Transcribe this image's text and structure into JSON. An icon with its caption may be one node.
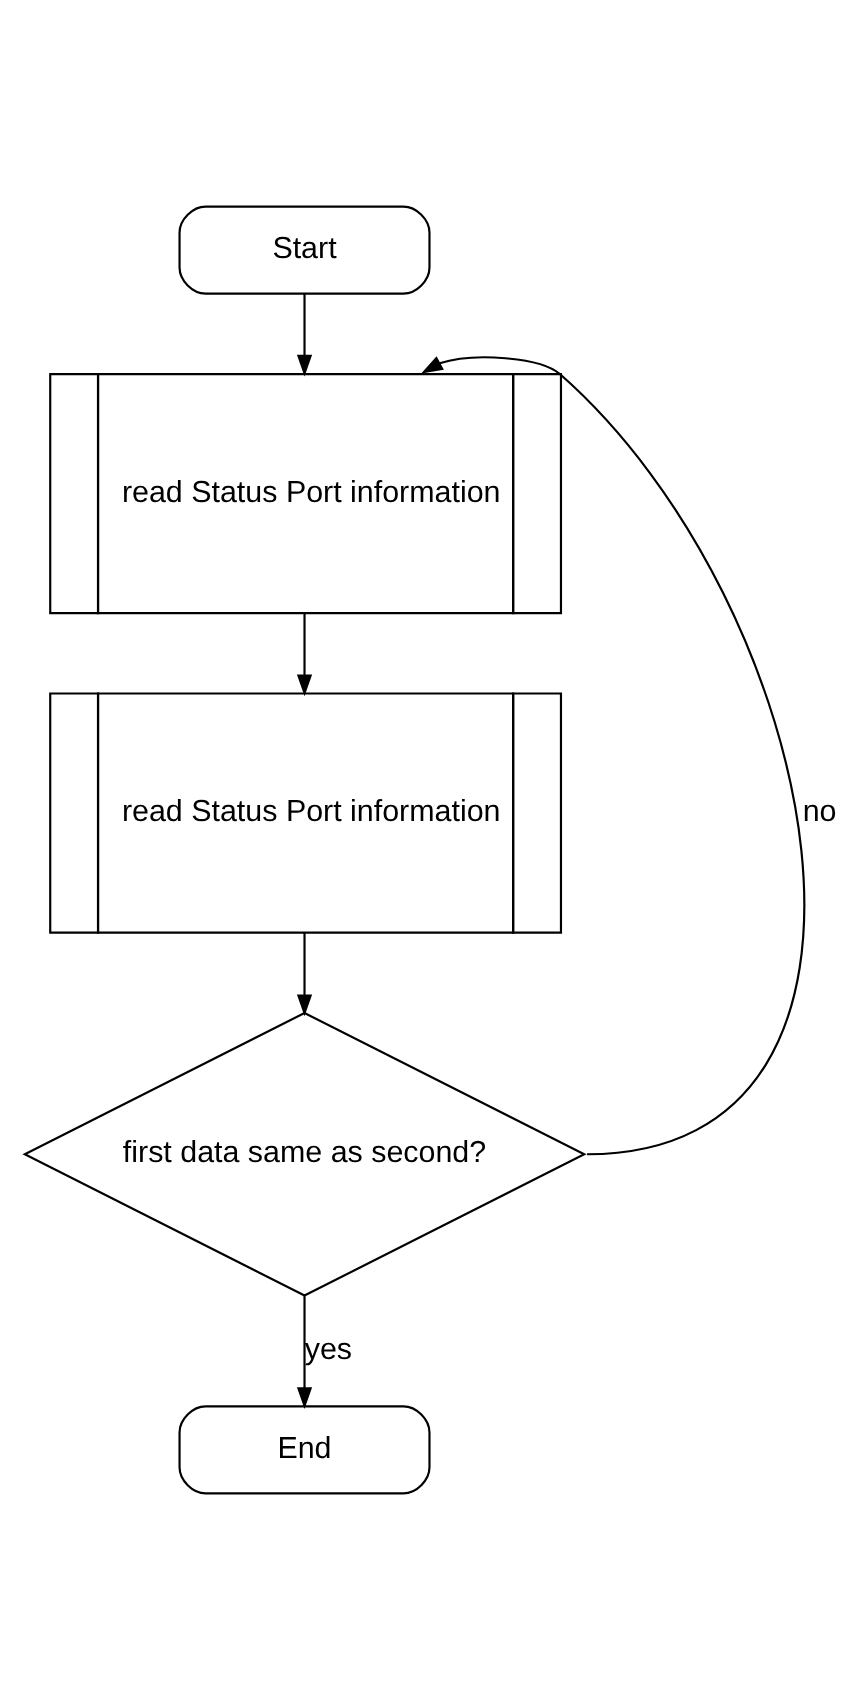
{
  "diagram": {
    "nodes": [
      {
        "text": [
          "Start"
        ]
      },
      {
        "text": [
          "read Status Port information"
        ]
      },
      {
        "text": [
          "read Status Port information"
        ]
      },
      {
        "text": [
          "first data same as second?"
        ]
      },
      {
        "text": [
          "End"
        ]
      }
    ],
    "edges": [
      {
        "from": 0,
        "to": 1,
        "arrow": "to"
      },
      {
        "from": 1,
        "to": 2,
        "arrow": "to"
      },
      {
        "from": 2,
        "to": 3,
        "arrow": "to"
      },
      {
        "from": 3,
        "to": 4,
        "arrow": "to",
        "label": "yes"
      },
      {
        "from": 3,
        "to": 1,
        "arrow": "to",
        "label": "no"
      }
    ]
  }
}
